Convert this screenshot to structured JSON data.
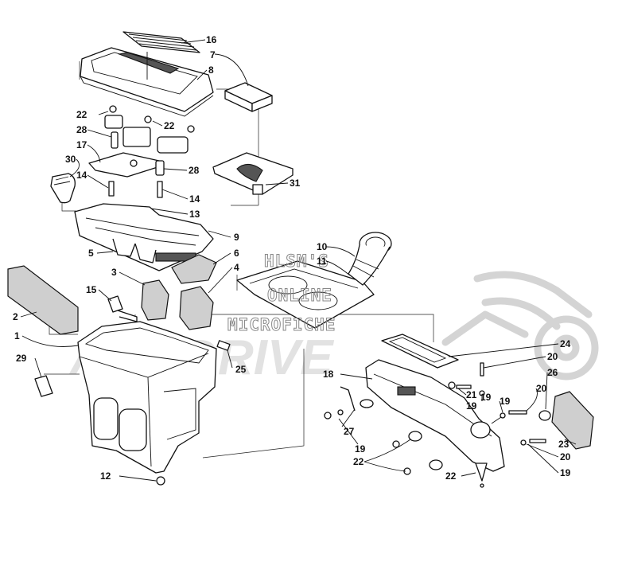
{
  "watermark": {
    "line1": "HLSM'S",
    "line2": "ONLINE",
    "line3": "MICROFICHE"
  },
  "callouts": [
    {
      "id": "c16",
      "text": "16"
    },
    {
      "id": "c7",
      "text": "7"
    },
    {
      "id": "c8",
      "text": "8"
    },
    {
      "id": "c22a",
      "text": "22"
    },
    {
      "id": "c22b",
      "text": "22"
    },
    {
      "id": "c28a",
      "text": "28"
    },
    {
      "id": "c17",
      "text": "17"
    },
    {
      "id": "c30",
      "text": "30"
    },
    {
      "id": "c28b",
      "text": "28"
    },
    {
      "id": "c31",
      "text": "31"
    },
    {
      "id": "c14a",
      "text": "14"
    },
    {
      "id": "c14b",
      "text": "14"
    },
    {
      "id": "c13",
      "text": "13"
    },
    {
      "id": "c9",
      "text": "9"
    },
    {
      "id": "c5",
      "text": "5"
    },
    {
      "id": "c6",
      "text": "6"
    },
    {
      "id": "c10",
      "text": "10"
    },
    {
      "id": "c11",
      "text": "11"
    },
    {
      "id": "c3",
      "text": "3"
    },
    {
      "id": "c4",
      "text": "4"
    },
    {
      "id": "c15",
      "text": "15"
    },
    {
      "id": "c2",
      "text": "2"
    },
    {
      "id": "c1",
      "text": "1"
    },
    {
      "id": "c29",
      "text": "29"
    },
    {
      "id": "c25",
      "text": "25"
    },
    {
      "id": "c24",
      "text": "24"
    },
    {
      "id": "c20a",
      "text": "20"
    },
    {
      "id": "c18",
      "text": "18"
    },
    {
      "id": "c26",
      "text": "26"
    },
    {
      "id": "c21",
      "text": "21"
    },
    {
      "id": "c19a",
      "text": "19"
    },
    {
      "id": "c20b",
      "text": "20"
    },
    {
      "id": "c19b",
      "text": "19"
    },
    {
      "id": "c19c",
      "text": "19"
    },
    {
      "id": "c27",
      "text": "27"
    },
    {
      "id": "c19d",
      "text": "19"
    },
    {
      "id": "c23",
      "text": "23"
    },
    {
      "id": "c20c",
      "text": "20"
    },
    {
      "id": "c22c",
      "text": "22"
    },
    {
      "id": "c19e",
      "text": "19"
    },
    {
      "id": "c12",
      "text": "12"
    },
    {
      "id": "c22d",
      "text": "22"
    }
  ]
}
